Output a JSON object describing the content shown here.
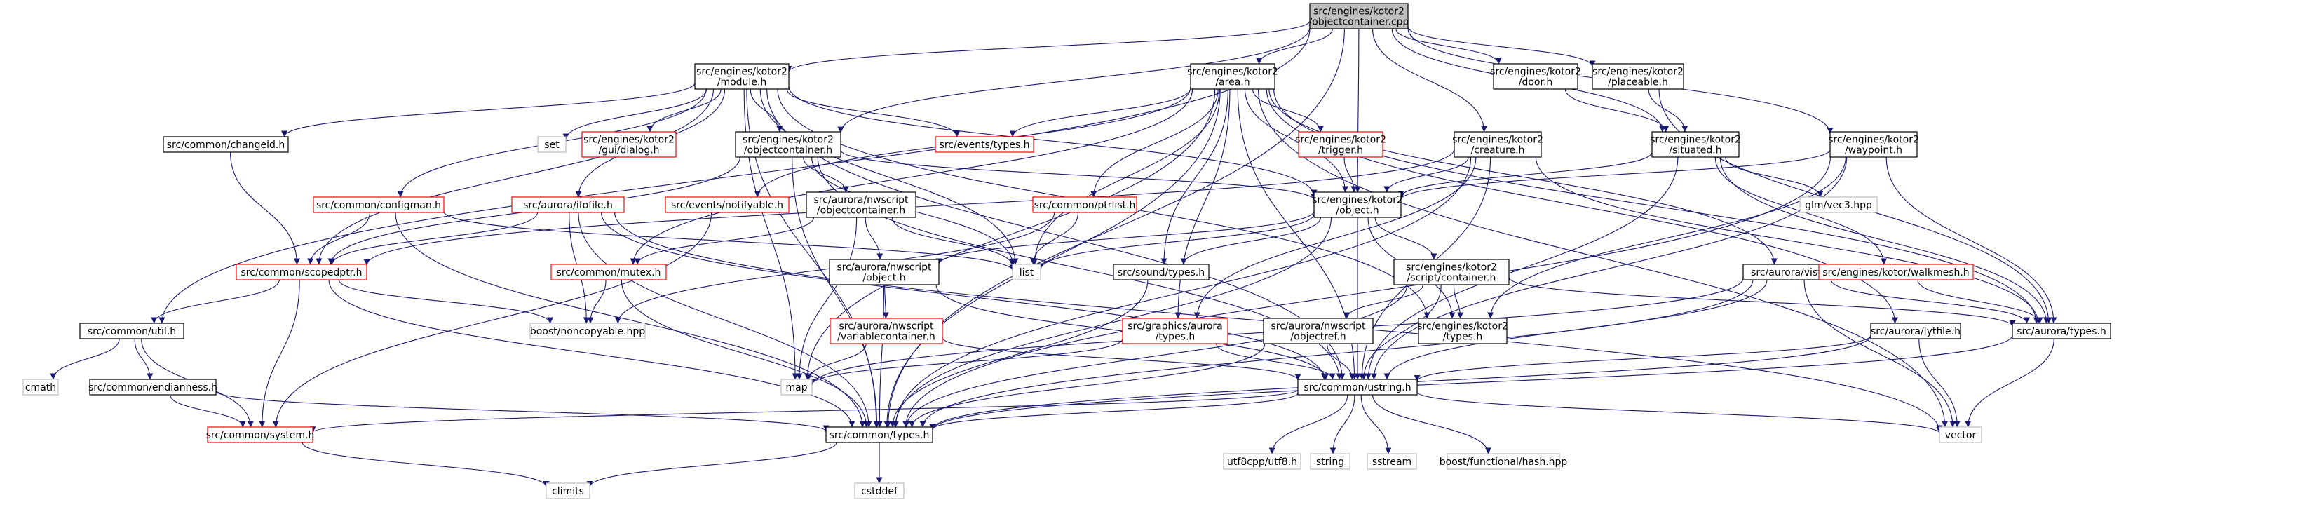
{
  "diagram": {
    "type": "include-dependency-graph",
    "colors": {
      "edge": "#191970",
      "root_fill": "#bfbfbf",
      "node_border": "#000000",
      "missing_doc_border": "#ff0000",
      "system_border": "#bfbfbf",
      "text": "#000000"
    },
    "nodes": [
      {
        "id": "root",
        "lines": [
          "src/engines/kotor2",
          "/objectcontainer.cpp"
        ],
        "kind": "root"
      },
      {
        "id": "module",
        "lines": [
          "src/engines/kotor2",
          "/module.h"
        ],
        "kind": "normal"
      },
      {
        "id": "area",
        "lines": [
          "src/engines/kotor2",
          "/area.h"
        ],
        "kind": "normal"
      },
      {
        "id": "door",
        "lines": [
          "src/engines/kotor2",
          "/door.h"
        ],
        "kind": "normal"
      },
      {
        "id": "placeable",
        "lines": [
          "src/engines/kotor2",
          "/placeable.h"
        ],
        "kind": "normal"
      },
      {
        "id": "changeid",
        "lines": [
          "src/common/changeid.h"
        ],
        "kind": "normal"
      },
      {
        "id": "set",
        "lines": [
          "set"
        ],
        "kind": "system"
      },
      {
        "id": "guidialog",
        "lines": [
          "src/engines/kotor2",
          "/gui/dialog.h"
        ],
        "kind": "missing"
      },
      {
        "id": "objcont",
        "lines": [
          "src/engines/kotor2",
          "/objectcontainer.h"
        ],
        "kind": "normal"
      },
      {
        "id": "eventstypes",
        "lines": [
          "src/events/types.h"
        ],
        "kind": "missing"
      },
      {
        "id": "trigger",
        "lines": [
          "src/engines/kotor2",
          "/trigger.h"
        ],
        "kind": "missing"
      },
      {
        "id": "creature",
        "lines": [
          "src/engines/kotor2",
          "/creature.h"
        ],
        "kind": "normal"
      },
      {
        "id": "situated",
        "lines": [
          "src/engines/kotor2",
          "/situated.h"
        ],
        "kind": "normal"
      },
      {
        "id": "waypoint",
        "lines": [
          "src/engines/kotor2",
          "/waypoint.h"
        ],
        "kind": "normal"
      },
      {
        "id": "configman",
        "lines": [
          "src/common/configman.h"
        ],
        "kind": "missing"
      },
      {
        "id": "ifofile",
        "lines": [
          "src/aurora/ifofile.h"
        ],
        "kind": "missing"
      },
      {
        "id": "nwsobjcont",
        "lines": [
          "src/aurora/nwscript",
          "/objectcontainer.h"
        ],
        "kind": "normal"
      },
      {
        "id": "notifyable",
        "lines": [
          "src/events/notifyable.h"
        ],
        "kind": "missing"
      },
      {
        "id": "ptrlist",
        "lines": [
          "src/common/ptrlist.h"
        ],
        "kind": "missing"
      },
      {
        "id": "object",
        "lines": [
          "src/engines/kotor2",
          "/object.h"
        ],
        "kind": "normal"
      },
      {
        "id": "glmvec3",
        "lines": [
          "glm/vec3.hpp"
        ],
        "kind": "system"
      },
      {
        "id": "scopedptr",
        "lines": [
          "src/common/scopedptr.h"
        ],
        "kind": "missing"
      },
      {
        "id": "mutex",
        "lines": [
          "src/common/mutex.h"
        ],
        "kind": "missing"
      },
      {
        "id": "list",
        "lines": [
          "list"
        ],
        "kind": "system"
      },
      {
        "id": "nwsobject",
        "lines": [
          "src/aurora/nwscript",
          "/object.h"
        ],
        "kind": "normal"
      },
      {
        "id": "soundtypes",
        "lines": [
          "src/sound/types.h"
        ],
        "kind": "normal"
      },
      {
        "id": "scriptcont",
        "lines": [
          "src/engines/kotor2",
          "/script/container.h"
        ],
        "kind": "normal"
      },
      {
        "id": "visfile",
        "lines": [
          "src/aurora/visfile.h"
        ],
        "kind": "normal"
      },
      {
        "id": "walkmesh",
        "lines": [
          "src/engines/kotor/walkmesh.h"
        ],
        "kind": "missing"
      },
      {
        "id": "util",
        "lines": [
          "src/common/util.h"
        ],
        "kind": "normal"
      },
      {
        "id": "noncopyable",
        "lines": [
          "boost/noncopyable.hpp"
        ],
        "kind": "system"
      },
      {
        "id": "varcont",
        "lines": [
          "src/aurora/nwscript",
          "/variablecontainer.h"
        ],
        "kind": "missing"
      },
      {
        "id": "gfxtypes",
        "lines": [
          "src/graphics/aurora",
          "/types.h"
        ],
        "kind": "missing"
      },
      {
        "id": "objectref",
        "lines": [
          "src/aurora/nwscript",
          "/objectref.h"
        ],
        "kind": "normal"
      },
      {
        "id": "k2types",
        "lines": [
          "src/engines/kotor2",
          "/types.h"
        ],
        "kind": "normal"
      },
      {
        "id": "auroratypes",
        "lines": [
          "src/aurora/types.h"
        ],
        "kind": "normal"
      },
      {
        "id": "lytfile",
        "lines": [
          "src/aurora/lytfile.h"
        ],
        "kind": "normal"
      },
      {
        "id": "cmath",
        "lines": [
          "cmath"
        ],
        "kind": "system"
      },
      {
        "id": "endianness",
        "lines": [
          "src/common/endianness.h"
        ],
        "kind": "normal"
      },
      {
        "id": "map",
        "lines": [
          "map"
        ],
        "kind": "system"
      },
      {
        "id": "ustring",
        "lines": [
          "src/common/ustring.h"
        ],
        "kind": "normal"
      },
      {
        "id": "system",
        "lines": [
          "src/common/system.h"
        ],
        "kind": "missing"
      },
      {
        "id": "commontypes",
        "lines": [
          "src/common/types.h"
        ],
        "kind": "normal"
      },
      {
        "id": "vector",
        "lines": [
          "vector"
        ],
        "kind": "system"
      },
      {
        "id": "utf8",
        "lines": [
          "utf8cpp/utf8.h"
        ],
        "kind": "system"
      },
      {
        "id": "string",
        "lines": [
          "string"
        ],
        "kind": "system"
      },
      {
        "id": "sstream",
        "lines": [
          "sstream"
        ],
        "kind": "system"
      },
      {
        "id": "boosthash",
        "lines": [
          "boost/functional/hash.hpp"
        ],
        "kind": "system"
      },
      {
        "id": "climits",
        "lines": [
          "climits"
        ],
        "kind": "system"
      },
      {
        "id": "cstddef",
        "lines": [
          "cstddef"
        ],
        "kind": "system"
      }
    ],
    "edges": [
      [
        "root",
        "module"
      ],
      [
        "root",
        "area"
      ],
      [
        "root",
        "door"
      ],
      [
        "root",
        "placeable"
      ],
      [
        "root",
        "objcont"
      ],
      [
        "root",
        "creature"
      ],
      [
        "root",
        "situated"
      ],
      [
        "root",
        "waypoint"
      ],
      [
        "root",
        "object"
      ],
      [
        "root",
        "util"
      ],
      [
        "root",
        "commontypes"
      ],
      [
        "module",
        "changeid"
      ],
      [
        "module",
        "set"
      ],
      [
        "module",
        "guidialog"
      ],
      [
        "module",
        "objcont"
      ],
      [
        "module",
        "eventstypes"
      ],
      [
        "module",
        "configman"
      ],
      [
        "module",
        "ifofile"
      ],
      [
        "module",
        "scopedptr"
      ],
      [
        "module",
        "list"
      ],
      [
        "module",
        "ustring"
      ],
      [
        "module",
        "object"
      ],
      [
        "module",
        "commontypes"
      ],
      [
        "module",
        "map"
      ],
      [
        "module",
        "k2types"
      ],
      [
        "area",
        "eventstypes"
      ],
      [
        "area",
        "trigger"
      ],
      [
        "area",
        "notifyable"
      ],
      [
        "area",
        "ptrlist"
      ],
      [
        "area",
        "object"
      ],
      [
        "area",
        "mutex"
      ],
      [
        "area",
        "list"
      ],
      [
        "area",
        "soundtypes"
      ],
      [
        "area",
        "visfile"
      ],
      [
        "area",
        "lytfile"
      ],
      [
        "area",
        "auroratypes"
      ],
      [
        "area",
        "ustring"
      ],
      [
        "area",
        "commontypes"
      ],
      [
        "area",
        "vector"
      ],
      [
        "area",
        "map"
      ],
      [
        "area",
        "gfxtypes"
      ],
      [
        "door",
        "situated"
      ],
      [
        "placeable",
        "situated"
      ],
      [
        "placeable",
        "auroratypes"
      ],
      [
        "changeid",
        "scopedptr"
      ],
      [
        "objcont",
        "nwsobjcont"
      ],
      [
        "objcont",
        "scopedptr"
      ],
      [
        "objcont",
        "list"
      ],
      [
        "objcont",
        "commontypes"
      ],
      [
        "objcont",
        "ustring"
      ],
      [
        "objcont",
        "object"
      ],
      [
        "trigger",
        "object"
      ],
      [
        "creature",
        "object"
      ],
      [
        "creature",
        "scopedptr"
      ],
      [
        "creature",
        "auroratypes"
      ],
      [
        "creature",
        "ustring"
      ],
      [
        "creature",
        "gfxtypes"
      ],
      [
        "creature",
        "commontypes"
      ],
      [
        "situated",
        "object"
      ],
      [
        "situated",
        "glmvec3"
      ],
      [
        "situated",
        "walkmesh"
      ],
      [
        "situated",
        "auroratypes"
      ],
      [
        "situated",
        "ustring"
      ],
      [
        "waypoint",
        "object"
      ],
      [
        "waypoint",
        "auroratypes"
      ],
      [
        "waypoint",
        "ustring"
      ],
      [
        "waypoint",
        "commontypes"
      ],
      [
        "waypoint",
        "k2types"
      ],
      [
        "configman",
        "scopedptr"
      ],
      [
        "configman",
        "commontypes"
      ],
      [
        "configman",
        "list"
      ],
      [
        "ifofile",
        "scopedptr"
      ],
      [
        "ifofile",
        "noncopyable"
      ],
      [
        "ifofile",
        "ustring"
      ],
      [
        "ifofile",
        "commontypes"
      ],
      [
        "ifofile",
        "vector"
      ],
      [
        "nwsobjcont",
        "nwsobject"
      ],
      [
        "nwsobjcont",
        "list"
      ],
      [
        "nwsobjcont",
        "mutex"
      ],
      [
        "nwsobjcont",
        "map"
      ],
      [
        "notifyable",
        "system"
      ],
      [
        "ptrlist",
        "list"
      ],
      [
        "ptrlist",
        "noncopyable"
      ],
      [
        "object",
        "nwsobject"
      ],
      [
        "object",
        "list"
      ],
      [
        "object",
        "soundtypes"
      ],
      [
        "object",
        "scriptcont"
      ],
      [
        "object",
        "k2types"
      ],
      [
        "object",
        "ustring"
      ],
      [
        "object",
        "commontypes"
      ],
      [
        "scopedptr",
        "util"
      ],
      [
        "scopedptr",
        "system"
      ],
      [
        "scopedptr",
        "commontypes"
      ],
      [
        "scopedptr",
        "noncopyable"
      ],
      [
        "mutex",
        "noncopyable"
      ],
      [
        "mutex",
        "commontypes"
      ],
      [
        "nwsobject",
        "varcont"
      ],
      [
        "nwsobject",
        "ustring"
      ],
      [
        "nwsobject",
        "commontypes"
      ],
      [
        "soundtypes",
        "commontypes"
      ],
      [
        "scriptcont",
        "objectref"
      ],
      [
        "scriptcont",
        "k2types"
      ],
      [
        "scriptcont",
        "ustring"
      ],
      [
        "scriptcont",
        "commontypes"
      ],
      [
        "scriptcont",
        "auroratypes"
      ],
      [
        "visfile",
        "ustring"
      ],
      [
        "visfile",
        "vector"
      ],
      [
        "visfile",
        "map"
      ],
      [
        "visfile",
        "commontypes"
      ],
      [
        "visfile",
        "auroratypes"
      ],
      [
        "walkmesh",
        "auroratypes"
      ],
      [
        "util",
        "cmath"
      ],
      [
        "util",
        "endianness"
      ],
      [
        "util",
        "system"
      ],
      [
        "varcont",
        "map"
      ],
      [
        "varcont",
        "ustring"
      ],
      [
        "gfxtypes",
        "map"
      ],
      [
        "gfxtypes",
        "ustring"
      ],
      [
        "objectref",
        "ustring"
      ],
      [
        "objectref",
        "commontypes"
      ],
      [
        "auroratypes",
        "commontypes"
      ],
      [
        "auroratypes",
        "vector"
      ],
      [
        "lytfile",
        "ustring"
      ],
      [
        "lytfile",
        "vector"
      ],
      [
        "lytfile",
        "commontypes"
      ],
      [
        "endianness",
        "system"
      ],
      [
        "endianness",
        "commontypes"
      ],
      [
        "ustring",
        "commontypes"
      ],
      [
        "ustring",
        "system"
      ],
      [
        "ustring",
        "utf8"
      ],
      [
        "ustring",
        "string"
      ],
      [
        "ustring",
        "sstream"
      ],
      [
        "ustring",
        "boosthash"
      ],
      [
        "ustring",
        "vector"
      ],
      [
        "system",
        "climits"
      ],
      [
        "commontypes",
        "climits"
      ],
      [
        "commontypes",
        "cstddef"
      ]
    ]
  }
}
